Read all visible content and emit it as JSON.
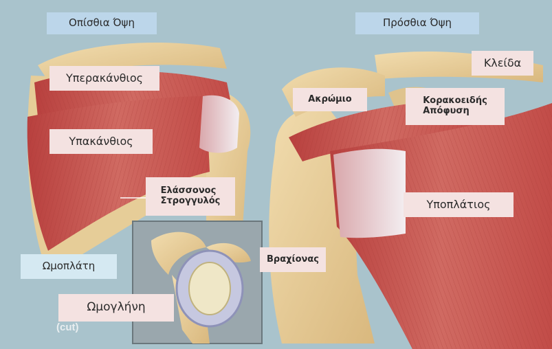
{
  "labels": {
    "posterior_view": "Οπίσθια Όψη",
    "anterior_view": "Πρόσθια Όψη",
    "supraspinatus": "Υπερακάνθιος",
    "infraspinatus": "Υπακάνθιος",
    "teres_minor": "Ελάσσονος\nΣτρογγυλός",
    "scapula": "Ωμοπλάτη",
    "glenoid": "Ωμογλήνη",
    "humerus": "Βραχίονας",
    "acromion": "Ακρώμιο",
    "coracoid": "Κορακοειδής\nΑπόφυση",
    "clavicle": "Κλείδα",
    "subscapularis": "Υποπλάτιος",
    "cut": "(cut)"
  },
  "colors": {
    "background": "#a9c3cc",
    "bone": "#e8cf9a",
    "muscle": "#c8524e",
    "tendon": "#ece6ea",
    "label_pink": "#f4e2e1",
    "label_blue": "#bcd6ea"
  }
}
